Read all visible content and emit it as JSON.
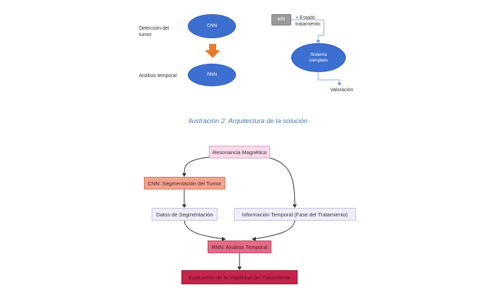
{
  "top_diagram": {
    "label_detection": "Detección del tumor",
    "label_temporal": "Análisis temporal",
    "node_cnn": "CNN",
    "node_rnn": "RNN",
    "node_mri": "MRI",
    "label_estado": "+ Estado tratamiento",
    "node_sistema": "Sistema completo",
    "label_valoracion": "Valoración",
    "colors": {
      "ellipse": "#3d6fd1",
      "arrow": "#e87b2c",
      "mri_box": "#9a9a9a"
    }
  },
  "caption": "Ilustración 2: Arquitectura de la solución",
  "flowchart": {
    "nodes": {
      "resonancia": "Resonancia Magnética",
      "cnn": "CNN: Segmentación del Tumor",
      "datos": "Datos de Segmentación",
      "info_temporal": "Información Temporal (Fase del Tratamiento)",
      "rnn": "RNN: Análisis Temporal",
      "evaluacion": "Evaluación de la Viabilidad del Tratamiento"
    },
    "colors": {
      "resonancia_fill": "#fbd9ec",
      "resonancia_border": "#d7a3c5",
      "cnn_fill": "#f2a38f",
      "cnn_border": "#d87c66",
      "datos_fill": "#f1eefc",
      "datos_border": "#c6bde6",
      "rnn_fill": "#e26b87",
      "rnn_border": "#c04a67",
      "evaluacion_fill": "#c4254a",
      "evaluacion_border": "#9d1736"
    }
  }
}
